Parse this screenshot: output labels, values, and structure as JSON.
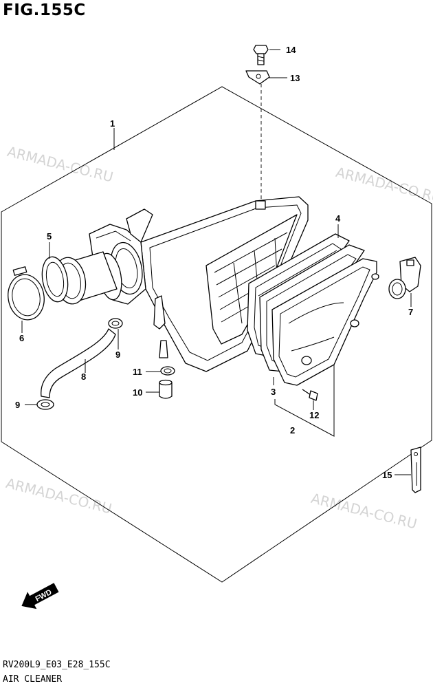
{
  "figure": {
    "title": "FIG.155C",
    "code": "RV200L9_E03_E28_155C",
    "caption": "AIR CLEANER"
  },
  "watermark": "ARMADA-CO.RU",
  "callouts": {
    "p1": "1",
    "p2": "2",
    "p3": "3",
    "p4": "4",
    "p5": "5",
    "p6": "6",
    "p7": "7",
    "p8": "8",
    "p9a": "9",
    "p9b": "9",
    "p10": "10",
    "p11": "11",
    "p12": "12",
    "p13": "13",
    "p14": "14",
    "p15": "15"
  },
  "fwd_label": "FWD"
}
